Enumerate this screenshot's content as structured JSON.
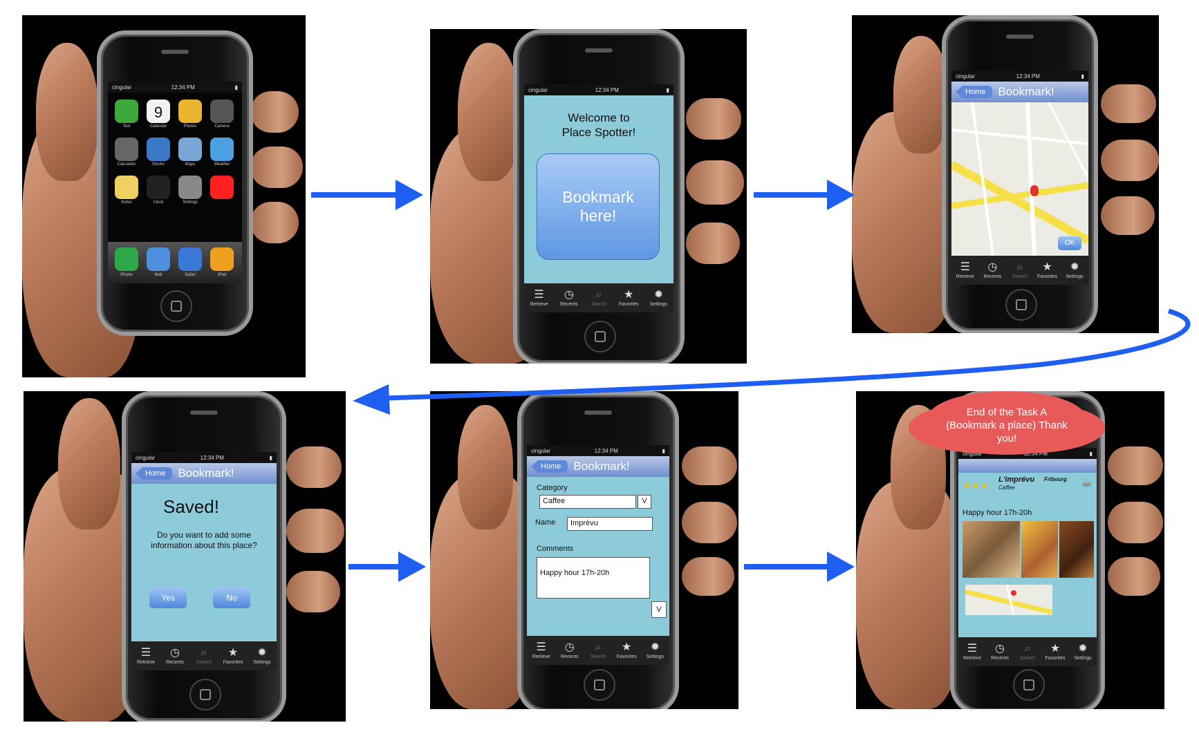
{
  "status": {
    "carrier": "cingular",
    "time": "12:34 PM"
  },
  "home_screen": {
    "apps": [
      {
        "label": "Text",
        "icon": "sms-icon",
        "color": "#3fa83a"
      },
      {
        "label": "Calendar",
        "icon": "calendar-icon",
        "color": "#f2f2f2"
      },
      {
        "label": "Photos",
        "icon": "sunflower-icon",
        "color": "#e8b530"
      },
      {
        "label": "Camera",
        "icon": "camera-icon",
        "color": "#555555"
      },
      {
        "label": "Calculator",
        "icon": "calculator-icon",
        "color": "#666666"
      },
      {
        "label": "Stocks",
        "icon": "stocks-icon",
        "color": "#3c78c8"
      },
      {
        "label": "Maps",
        "icon": "maps-icon",
        "color": "#7aa6d8"
      },
      {
        "label": "Weather",
        "icon": "weather-icon",
        "color": "#4aa0e0"
      },
      {
        "label": "Notes",
        "icon": "notes-icon",
        "color": "#f0d060"
      },
      {
        "label": "Clock",
        "icon": "clock-icon",
        "color": "#222222"
      },
      {
        "label": "Settings",
        "icon": "gear-icon",
        "color": "#888888"
      },
      {
        "label": "",
        "icon": "red-square-icon",
        "color": "#ff2020"
      }
    ],
    "calendar_day": "9",
    "dock": [
      {
        "label": "Phone",
        "icon": "phone-icon",
        "color": "#2fa84a"
      },
      {
        "label": "Mail",
        "icon": "mail-icon",
        "color": "#4f8fe0"
      },
      {
        "label": "Safari",
        "icon": "safari-icon",
        "color": "#3a78d8"
      },
      {
        "label": "iPod",
        "icon": "ipod-icon",
        "color": "#f0a020"
      }
    ]
  },
  "welcome": {
    "line1": "Welcome to",
    "line2": "Place Spotter!",
    "button_line1": "Bookmark",
    "button_line2": "here!"
  },
  "tabs": [
    {
      "label": "Retrieve",
      "icon": "list-icon",
      "glyph": "☰"
    },
    {
      "label": "Recents",
      "icon": "clock-icon",
      "glyph": "◷"
    },
    {
      "label": "Search",
      "icon": "search-icon",
      "glyph": "⌕"
    },
    {
      "label": "Favorites",
      "icon": "star-icon",
      "glyph": "★"
    },
    {
      "label": "Settings",
      "icon": "gear-icon",
      "glyph": "✹"
    }
  ],
  "nav": {
    "home": "Home",
    "title": "Bookmark!"
  },
  "map": {
    "ok": "OK"
  },
  "saved": {
    "title": "Saved!",
    "question": "Do you want to add some information about this place?",
    "yes": "Yes",
    "no": "No"
  },
  "form": {
    "category_label": "Category",
    "category_value": "Caffee",
    "dropdown": "V",
    "name_label": "Name",
    "name_value": "Imprévu",
    "comments_label": "Comments",
    "comments_value": "Happy hour 17h-20h",
    "confirm": "V"
  },
  "detail": {
    "cloud": "End of the Task A (Bookmark a place) Thank you!",
    "place_name": "L'imprévu",
    "place_city": "Fribourg",
    "place_type": "Caffee",
    "stars": "★★★",
    "note": "Happy hour 17h-20h",
    "cup": "☕"
  },
  "colors": {
    "arrow": "#1e5ff2",
    "screen_bg": "#8ecbda",
    "nav_bar": "#6f8fd0",
    "cloud": "#e85a5a"
  }
}
